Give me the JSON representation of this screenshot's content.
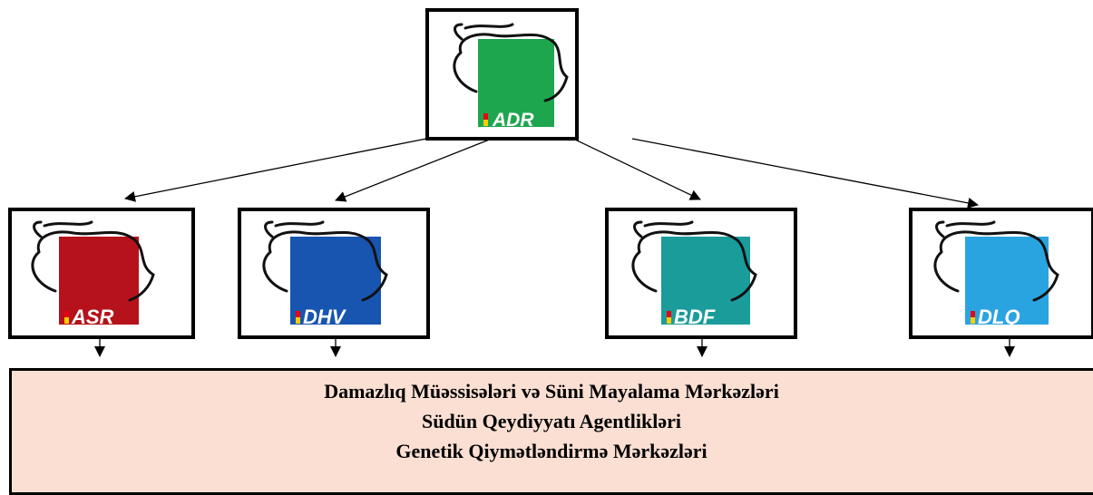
{
  "colors": {
    "adr": "#1ea64f",
    "asr": "#b5121b",
    "dhv": "#1855b0",
    "bdf": "#1a9c9b",
    "dlq": "#2aa4e0",
    "panel_bg": "#fbdfd3",
    "outline": "#000000"
  },
  "nodes": {
    "root": {
      "label": "ADR",
      "color_key": "adr",
      "icon": "cow-head-icon"
    },
    "children": [
      {
        "label": "ASR",
        "color_key": "asr",
        "icon": "cow-head-icon"
      },
      {
        "label": "DHV",
        "color_key": "dhv",
        "icon": "cow-head-icon"
      },
      {
        "label": "BDF",
        "color_key": "bdf",
        "icon": "cow-head-icon"
      },
      {
        "label": "DLQ",
        "color_key": "dlq",
        "icon": "cow-head-icon"
      }
    ]
  },
  "bottom_panel": {
    "lines": [
      "Damazlıq Müəssisələri və Süni Mayalama Mərkəzləri",
      "Südün Qeydiyyatı Agentlikləri",
      "Genetik Qiymətləndirmə Mərkəzləri"
    ]
  }
}
